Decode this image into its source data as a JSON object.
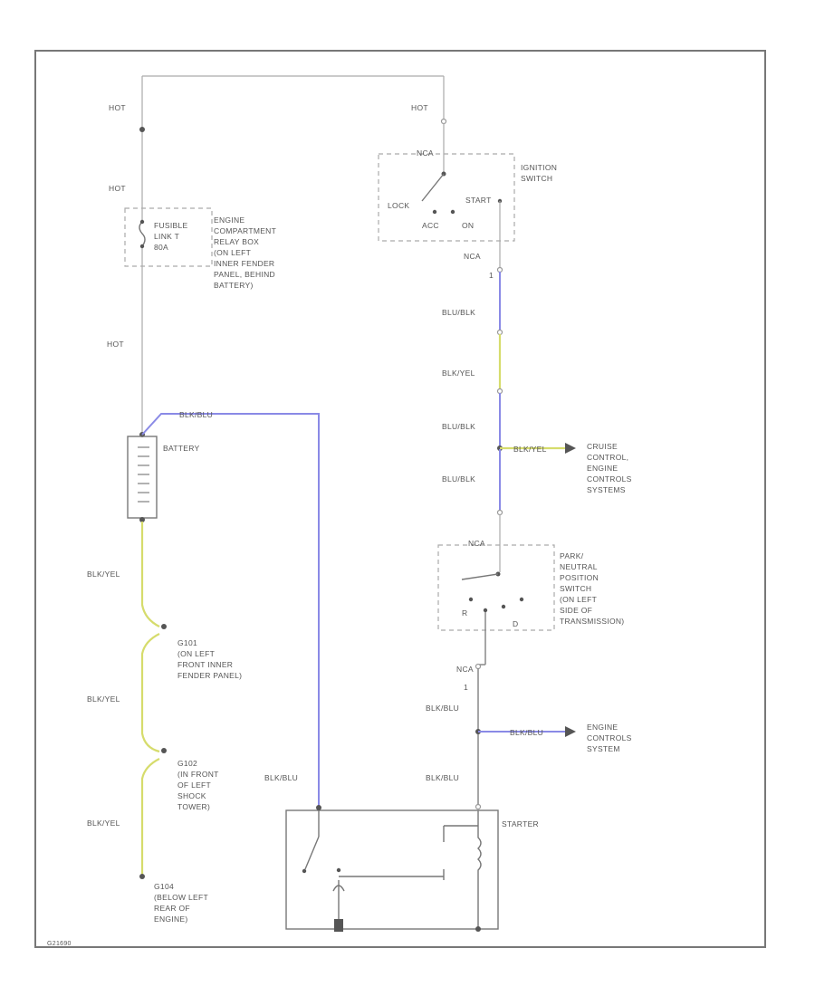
{
  "labels": {
    "hot_a": "HOT",
    "hot_b": "HOT",
    "hot_c": "HOT",
    "hot_switch": "HOT",
    "fusible_link": [
      "FUSIBLE",
      "LINK T",
      "80A"
    ],
    "relay_box": [
      "ENGINE",
      "COMPARTMENT",
      "RELAY BOX",
      "(ON LEFT",
      "INNER FENDER",
      "PANEL, BEHIND",
      "BATTERY)"
    ],
    "ignition_switch": [
      "IGNITION",
      "SWITCH"
    ],
    "ign_nca": "NCA",
    "ign_lock": "LOCK",
    "ign_start": "START",
    "ign_acc": "ACC",
    "ign_on": "ON",
    "nca_1": "NCA",
    "pin_1": "1",
    "wire_blu_blk_1": "BLU/BLK",
    "wire_blk_yel_top": "BLK/YEL",
    "wire_blu_blk_2": "BLU/BLK",
    "wire_blk_yel_cruise": "BLK/YEL",
    "wire_blu_blk_3": "BLU/BLK",
    "cruise_control": [
      "CRUISE",
      "CONTROL,",
      "ENGINE",
      "CONTROLS",
      "SYSTEMS"
    ],
    "wire_blk_blu_battery": "BLK/BLU",
    "battery": "BATTERY",
    "wire_blk_yel_1": "BLK/YEL",
    "g101": [
      "G101",
      "(ON LEFT",
      "FRONT INNER",
      "FENDER PANEL)"
    ],
    "wire_blk_yel_2": "BLK/YEL",
    "g102": [
      "G102",
      "(IN FRONT",
      "OF LEFT",
      "SHOCK",
      "TOWER)"
    ],
    "wire_blk_yel_3": "BLK/YEL",
    "g104": [
      "G104",
      "(BELOW LEFT",
      "REAR OF",
      "ENGINE)"
    ],
    "pnp_nca": "NCA",
    "park_neutral": [
      "PARK/",
      "NEUTRAL",
      "POSITION",
      "SWITCH",
      "(ON LEFT",
      "SIDE OF",
      "TRANSMISSION)"
    ],
    "pnp_r": "R",
    "pnp_d": "D",
    "nca_2": "NCA",
    "pin_2": "1",
    "wire_blk_blu_1": "BLK/BLU",
    "wire_blk_blu_engine": "BLK/BLU",
    "engine_controls": [
      "ENGINE",
      "CONTROLS",
      "SYSTEM"
    ],
    "wire_blk_blu_2": "BLK/BLU",
    "wire_blk_blu_3": "BLK/BLU",
    "starter": "STARTER",
    "figure_id": "G21690"
  },
  "colors": {
    "blue_wire": "#8a8ae6",
    "yellow_wire": "#d6dc6c",
    "gray_wire": "#aaaaaa"
  }
}
